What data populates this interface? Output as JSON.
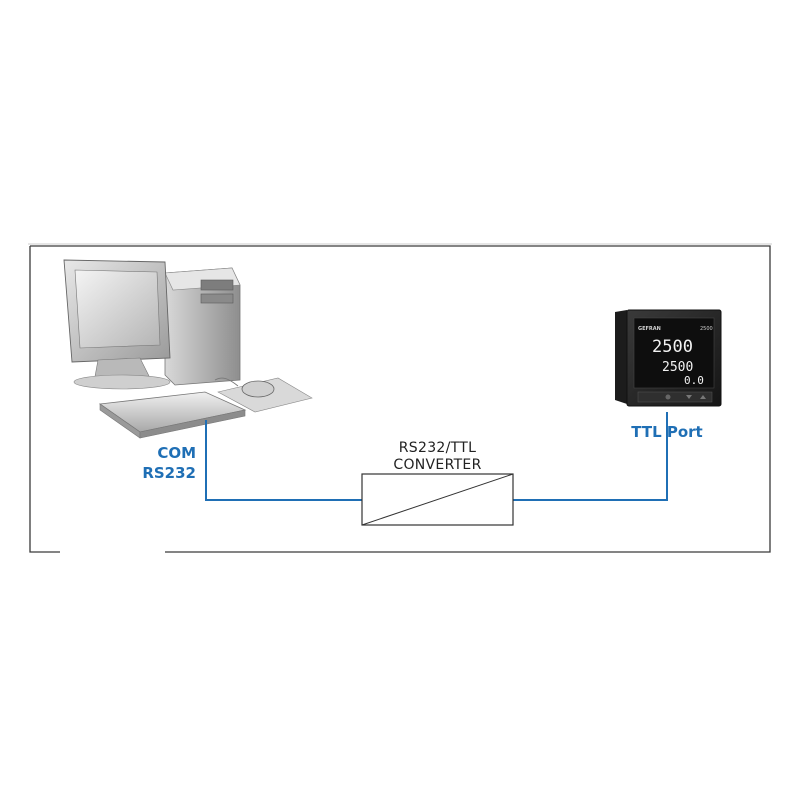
{
  "diagram": {
    "computer": {
      "port_line1": "COM",
      "port_line2": "RS232"
    },
    "converter": {
      "line1": "RS232/TTL",
      "line2": "CONVERTER"
    },
    "controller": {
      "port_label": "TTL Port",
      "brand": "GEFRAN",
      "model": "2500",
      "display_top": "2500",
      "display_mid": "2500",
      "display_small": "0.0"
    },
    "colors": {
      "wire": "#1f6fb5",
      "label_accent": "#1f6fb5",
      "frame_border": "#3a3a3a",
      "device_body": "#2b2b2b",
      "display_digits": "#f2f2f2"
    }
  }
}
